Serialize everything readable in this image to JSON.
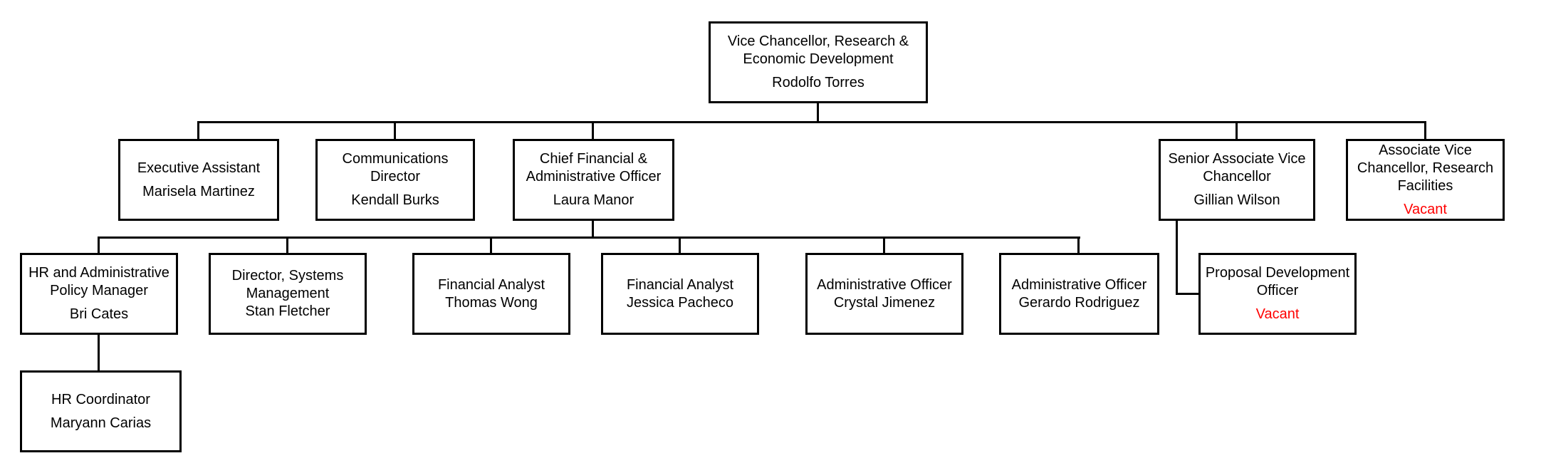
{
  "page": {
    "background_color": "#ffffff",
    "text_color": "#000000",
    "line_color": "#000000"
  },
  "chart": {
    "type": "org_chart",
    "vacant_label_color": "#ff0000",
    "nodes": {
      "vc": {
        "title": "Vice Chancellor, Research & Economic Development",
        "name": "Rodolfo Torres",
        "vacant": false,
        "reports_to": null
      },
      "ea": {
        "title": "Executive Assistant",
        "name": "Marisela Martinez",
        "vacant": false,
        "reports_to": "vc"
      },
      "comm": {
        "title": "Communications Director",
        "name": "Kendall Burks",
        "vacant": false,
        "reports_to": "vc"
      },
      "cfo": {
        "title": "Chief Financial & Administrative Officer",
        "name": "Laura Manor",
        "vacant": false,
        "reports_to": "vc"
      },
      "savc": {
        "title": "Senior Associate Vice Chancellor",
        "name": "Gillian Wilson",
        "vacant": false,
        "reports_to": "vc"
      },
      "avcrf": {
        "title": "Associate Vice Chancellor, Research Facilities",
        "name": "Vacant",
        "vacant": true,
        "reports_to": "vc"
      },
      "hr": {
        "title": "HR and Administrative Policy Manager",
        "name": "Bri Cates",
        "vacant": false,
        "reports_to": "cfo"
      },
      "dsm": {
        "title": "Director, Systems Management",
        "name": "Stan Fletcher",
        "vacant": false,
        "reports_to": "cfo"
      },
      "fa1": {
        "title": "Financial Analyst",
        "name": "Thomas Wong",
        "vacant": false,
        "reports_to": "cfo"
      },
      "fa2": {
        "title": "Financial Analyst",
        "name": "Jessica Pacheco",
        "vacant": false,
        "reports_to": "cfo"
      },
      "ao1": {
        "title": "Administrative Officer",
        "name": "Crystal Jimenez",
        "vacant": false,
        "reports_to": "cfo"
      },
      "ao2": {
        "title": "Administrative Officer",
        "name": "Gerardo Rodriguez",
        "vacant": false,
        "reports_to": "cfo"
      },
      "pdo": {
        "title": "Proposal Development Officer",
        "name": "Vacant",
        "vacant": true,
        "reports_to": "savc"
      },
      "hrc": {
        "title": "HR Coordinator",
        "name": "Maryann Carias",
        "vacant": false,
        "reports_to": "hr"
      }
    }
  }
}
